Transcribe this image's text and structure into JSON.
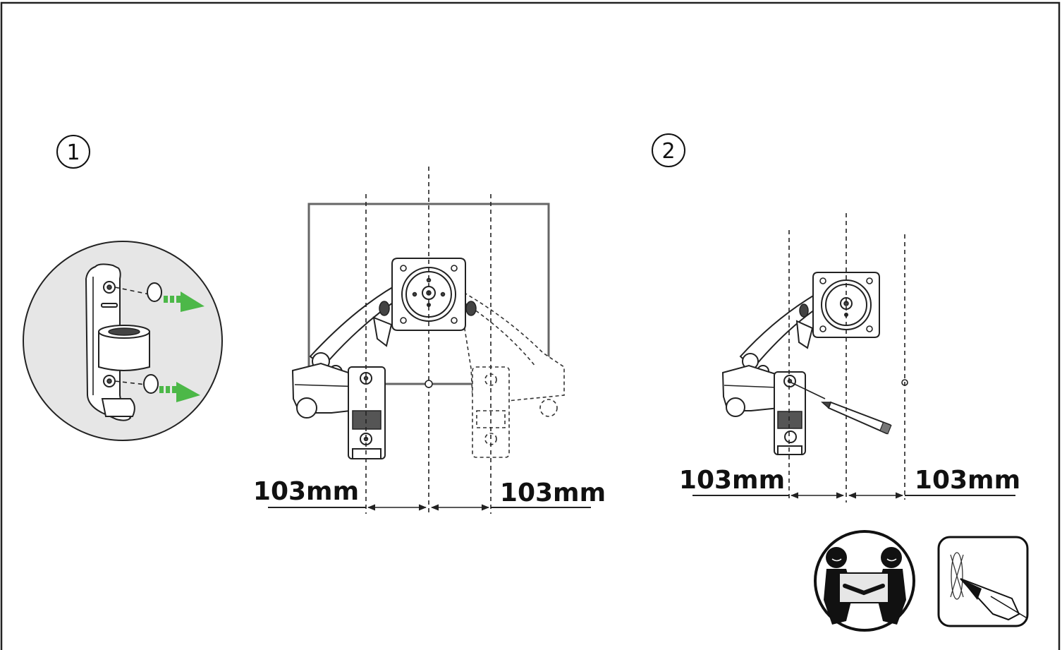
{
  "step_numbers": [
    "1",
    "2"
  ],
  "dimensions": {
    "step1_left": "103mm",
    "step1_right": "103mm",
    "step2_left": "103mm",
    "step2_right": "103mm"
  },
  "colors": {
    "arrow": "#4cb848",
    "frame": "#222222",
    "detail_bg": "#e6e6e6",
    "monitor_outline": "#666666"
  },
  "icons": [
    "two-person-lift-icon",
    "pencil-mark-icon"
  ]
}
